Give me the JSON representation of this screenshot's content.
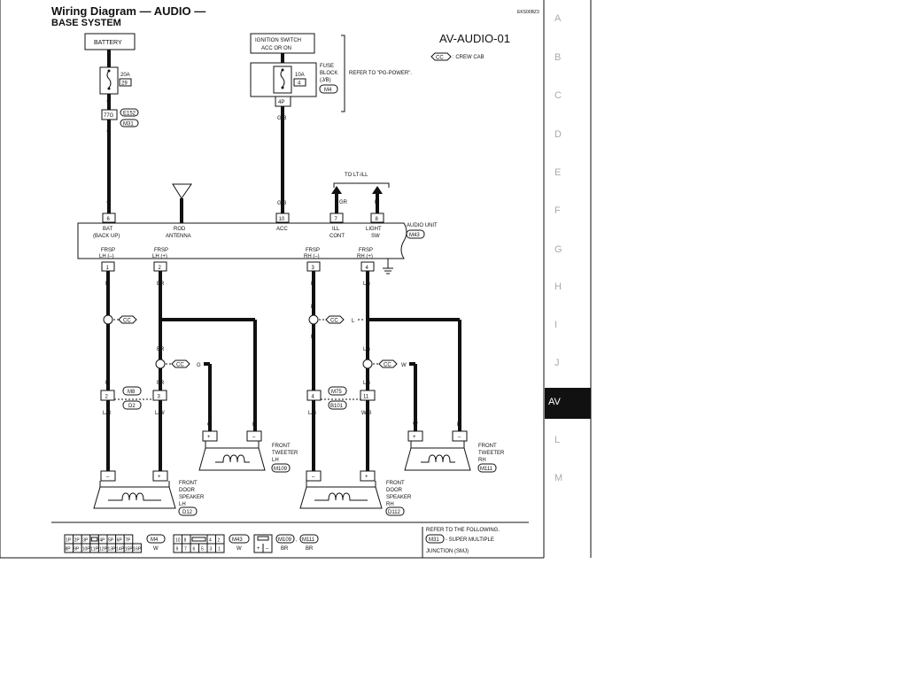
{
  "header": {
    "title": "Wiring Diagram — AUDIO —",
    "subtitle": "BASE SYSTEM",
    "code": "EKS00BZ3",
    "diagram_id": "AV-AUDIO-01"
  },
  "legend": {
    "cc_tag": "CC",
    "cc_text": ": CREW CAB"
  },
  "power": {
    "battery": "BATTERY",
    "fuse_20a": "20A",
    "fuse_20a_no": "29",
    "conn_77g": "77G",
    "e152": "E152",
    "m31": "M31",
    "ign_line1": "IGNITION SWITCH",
    "ign_line2": "ACC OR ON",
    "fuse_10a": "10A",
    "fuse_10a_no": "4",
    "fuse_block_1": "FUSE",
    "fuse_block_2": "BLOCK",
    "fuse_block_3": "(J/B)",
    "m4": "M4",
    "refer_pg": "REFER TO \"PG-POWER\".",
    "conn_4p": "4P"
  },
  "wires": {
    "y": "Y",
    "gb": "G/B",
    "gr": "GR",
    "r": "R",
    "l": "L",
    "br": "BR",
    "lg": "LG",
    "g": "G",
    "w": "W",
    "lr": "L/R",
    "lw": "L/W",
    "lb": "L/B",
    "wb": "W/B"
  },
  "to_lt_ill": "TO LT-ILL",
  "audio_unit": {
    "label": "AUDIO UNIT",
    "conn": "M43",
    "bat_pin": "6",
    "bat_1": "BAT",
    "bat_2": "(BACK UP)",
    "rod_1": "ROD",
    "rod_2": "ANTENNA",
    "acc_pin": "10",
    "acc": "ACC",
    "ill_pin": "7",
    "ill_1": "ILL",
    "ill_2": "CONT",
    "light_pin": "8",
    "light_1": "LIGHT",
    "light_2": "SW",
    "frsp_lhm_1": "FRSP",
    "frsp_lhm_2": "LH (–)",
    "frsp_lhm_pin": "1",
    "frsp_lhp_1": "FRSP",
    "frsp_lhp_2": "LH (+)",
    "frsp_lhp_pin": "2",
    "frsp_rhm_1": "FRSP",
    "frsp_rhm_2": "RH (–)",
    "frsp_rhm_pin": "3",
    "frsp_rhp_1": "FRSP",
    "frsp_rhp_2": "RH (+)",
    "frsp_rhp_pin": "4"
  },
  "joints": {
    "m8": "M8",
    "d2": "D2",
    "pin2": "2",
    "pin3": "3",
    "m75": "M75",
    "b101": "B101",
    "pin4": "4",
    "pin11": "11"
  },
  "components": {
    "tw_lh_1": "FRONT",
    "tw_lh_2": "TWEETER",
    "tw_lh_3": "LH",
    "tw_lh_conn": "M109",
    "tw_rh_1": "FRONT",
    "tw_rh_2": "TWEETER",
    "tw_rh_3": "RH",
    "tw_rh_conn": "M111",
    "sp_lh_1": "FRONT",
    "sp_lh_2": "DOOR",
    "sp_lh_3": "SPEAKER",
    "sp_lh_4": "LH",
    "sp_lh_conn": "D12",
    "sp_rh_1": "FRONT",
    "sp_rh_2": "DOOR",
    "sp_rh_3": "SPEAKER",
    "sp_rh_4": "RH",
    "sp_rh_conn": "D112",
    "plus": "+",
    "minus": "–"
  },
  "footer": {
    "row1": [
      "1P",
      "2P",
      "3P",
      "",
      "4P",
      "5P",
      "6P",
      "7P"
    ],
    "row2": [
      "8P",
      "9P",
      "10P",
      "11P",
      "12P",
      "13P",
      "14P",
      "15P",
      "16P"
    ],
    "m4": "M4",
    "m4_color": "W",
    "m43_row1": [
      "10",
      "8",
      "",
      "4",
      "2"
    ],
    "m43_row2": [
      "9",
      "7",
      "6",
      "5",
      "3",
      "1"
    ],
    "m43": "M43",
    "m43_color": "W",
    "m109": "M109",
    "m111": "M111",
    "comma": ",",
    "br1": "BR",
    "br2": "BR",
    "plus": "+",
    "minus": "–",
    "refer_1": "REFER TO THE FOLLOWING.",
    "refer_m31": "M31",
    "refer_2": "- SUPER MULTIPLE",
    "refer_3": "JUNCTION (SMJ)"
  },
  "side_tabs": [
    "A",
    "B",
    "C",
    "D",
    "E",
    "F",
    "G",
    "H",
    "I",
    "J",
    "AV",
    "L",
    "M"
  ],
  "active_tab": "AV"
}
